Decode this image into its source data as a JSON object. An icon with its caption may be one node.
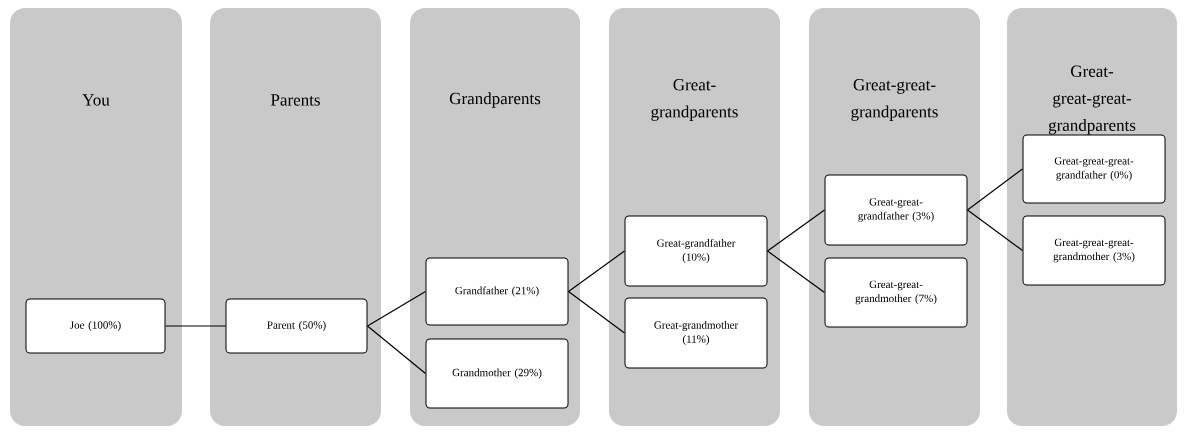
{
  "diagram": {
    "nodes": [
      {
        "text": [
          "You"
        ]
      },
      {
        "text": [
          "Joe (100%)"
        ],
        "in": 0
      },
      {
        "text": [
          "Parents"
        ]
      },
      {
        "text": [
          "Parent  (50%)"
        ],
        "in": 2
      },
      {
        "text": [
          "Grandparents"
        ]
      },
      {
        "text": [
          "Grandfather (21%)"
        ],
        "in": 4
      },
      {
        "text": [
          "Grandmother (29%)"
        ],
        "in": 4
      },
      {
        "text": [
          "Great-grandparents"
        ]
      },
      {
        "text": [
          "Great-grandfather (10%)"
        ],
        "in": 7
      },
      {
        "text": [
          "Great-grandmother (11%)"
        ],
        "in": 7
      },
      {
        "text": [
          "Great-great-grandparents"
        ]
      },
      {
        "text": [
          "Great-great-grandfather  (3%)"
        ],
        "in": 10
      },
      {
        "text": [
          "Great-great-grandmother  (7%)"
        ],
        "in": 10
      },
      {
        "text": [
          "Great-great-great-grandparents"
        ]
      },
      {
        "text": [
          "Great-great-great-grandfather  (0%)"
        ],
        "in": 13
      },
      {
        "text": [
          "Great-great-great-grandmother  (3%)"
        ],
        "in": 13
      }
    ],
    "edges": [
      {
        "from": 1,
        "to": 3,
        "arrow": "none"
      },
      {
        "from": 3,
        "to": 5,
        "arrow": "none"
      },
      {
        "from": 3,
        "to": 6,
        "arrow": "none"
      },
      {
        "from": 5,
        "to": 8,
        "arrow": "none"
      },
      {
        "from": 5,
        "to": 9,
        "arrow": "none"
      },
      {
        "from": 8,
        "to": 11,
        "arrow": "none"
      },
      {
        "from": 8,
        "to": 12,
        "arrow": "none"
      },
      {
        "from": 11,
        "to": 14,
        "arrow": "none"
      },
      {
        "from": 11,
        "to": 15,
        "arrow": "none"
      }
    ]
  }
}
